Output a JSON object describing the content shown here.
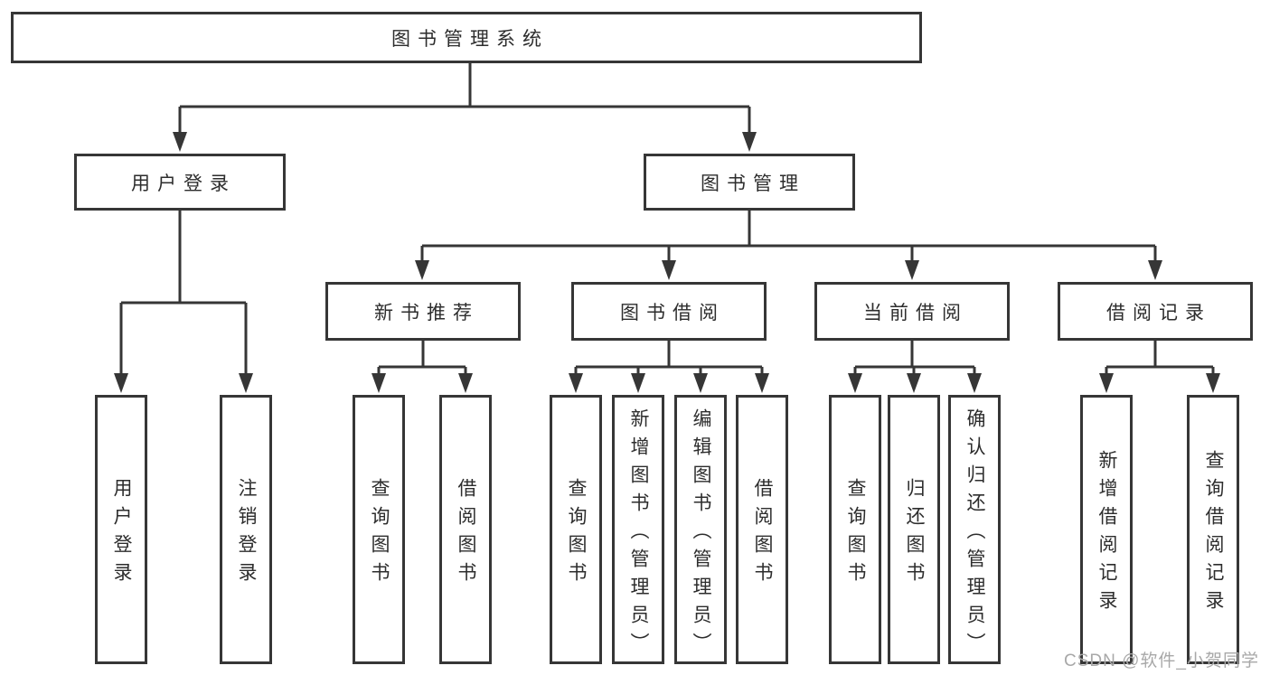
{
  "diagram": {
    "title": "图书管理系统",
    "watermark": "CSDN @软件_小贺同学",
    "colors": {
      "line": "#363636",
      "text": "#2d2d2d",
      "watermark": "#a8a8a8",
      "background": "#ffffff"
    }
  },
  "tree": {
    "root": {
      "label": "图书管理系统"
    },
    "level2": [
      {
        "label": "用户登录",
        "parent": "图书管理系统"
      },
      {
        "label": "图书管理",
        "parent": "图书管理系统"
      }
    ],
    "level3": [
      {
        "label": "新书推荐",
        "parent": "图书管理"
      },
      {
        "label": "图书借阅",
        "parent": "图书管理"
      },
      {
        "label": "当前借阅",
        "parent": "图书管理"
      },
      {
        "label": "借阅记录",
        "parent": "图书管理"
      }
    ],
    "leaves": [
      {
        "label": "用户登录",
        "parent": "用户登录"
      },
      {
        "label": "注销登录",
        "parent": "用户登录"
      },
      {
        "label": "查询图书",
        "parent": "新书推荐"
      },
      {
        "label": "借阅图书",
        "parent": "新书推荐"
      },
      {
        "label": "查询图书",
        "parent": "图书借阅"
      },
      {
        "label": "新增图书（管理员）",
        "parent": "图书借阅"
      },
      {
        "label": "编辑图书（管理员）",
        "parent": "图书借阅"
      },
      {
        "label": "借阅图书",
        "parent": "图书借阅"
      },
      {
        "label": "查询图书",
        "parent": "当前借阅"
      },
      {
        "label": "归还图书",
        "parent": "当前借阅"
      },
      {
        "label": "确认归还（管理员）",
        "parent": "当前借阅"
      },
      {
        "label": "新增借阅记录",
        "parent": "借阅记录"
      },
      {
        "label": "查询借阅记录",
        "parent": "借阅记录"
      }
    ]
  }
}
